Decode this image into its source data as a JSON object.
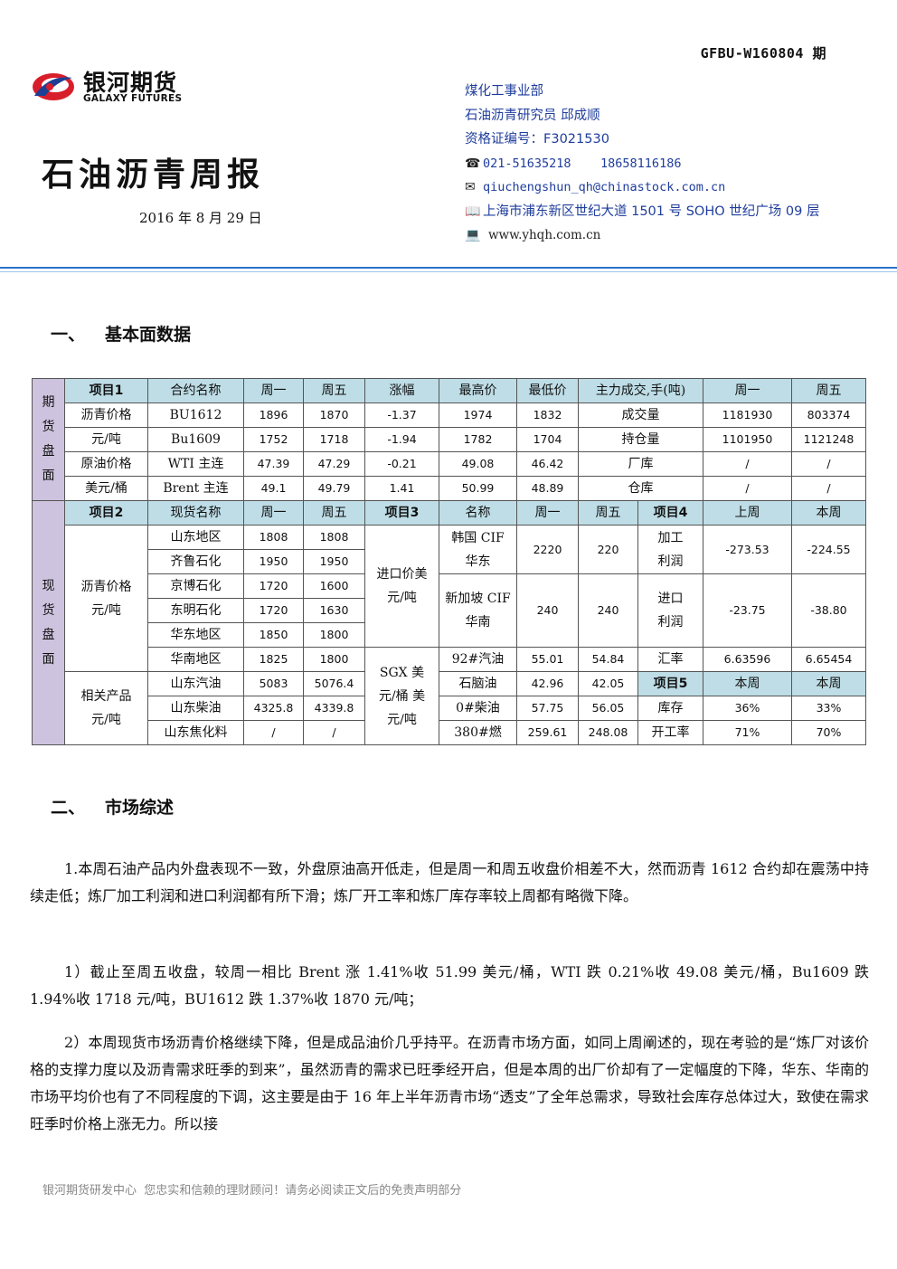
{
  "header": {
    "doc_id": "GFBU-W160804 期",
    "logo_cn": "银河期货",
    "logo_en": "GALAXY FUTURES",
    "title": "石油沥青周报",
    "date": "2016 年 8 月 29 日"
  },
  "contact": {
    "dept": "煤化工事业部",
    "analyst": "石油沥青研究员 邱成顺",
    "cert": "资格证编号：F3021530",
    "phone": "021-51635218    18658116186",
    "email": "qiuchengshun_qh@chinastock.com.cn",
    "address": "上海市浦东新区世纪大道 1501 号 SOHO 世纪广场 09 层",
    "website": "www.yhqh.com.cn"
  },
  "sections": {
    "s1_num": "一、",
    "s1_title": "基本面数据",
    "s2_num": "二、",
    "s2_title": "市场综述"
  },
  "table": {
    "side_futures": "期货盘面",
    "side_spot": "现货盘面",
    "r1": [
      "项目1",
      "合约名称",
      "周一",
      "周五",
      "涨幅",
      "最高价",
      "最低价",
      "主力成交,手(吨)",
      "周一",
      "周五"
    ],
    "r2": [
      "沥青价格",
      "BU1612",
      "1896",
      "1870",
      "-1.37",
      "1974",
      "1832",
      "成交量",
      "1181930",
      "803374"
    ],
    "r3": [
      "元/吨",
      "Bu1609",
      "1752",
      "1718",
      "-1.94",
      "1782",
      "1704",
      "持仓量",
      "1101950",
      "1121248"
    ],
    "r4": [
      "原油价格",
      "WTI 主连",
      "47.39",
      "47.29",
      "-0.21",
      "49.08",
      "46.42",
      "厂库",
      "/",
      "/"
    ],
    "r5": [
      "美元/桶",
      "Brent 主连",
      "49.1",
      "49.79",
      "1.41",
      "50.99",
      "48.89",
      "仓库",
      "/",
      "/"
    ],
    "r6": [
      "项目2",
      "现货名称",
      "周一",
      "周五",
      "项目3",
      "名称",
      "周一",
      "周五",
      "项目4",
      "上周",
      "本周"
    ],
    "asphalt_label": "沥青价格元/吨",
    "spot": [
      [
        "山东地区",
        "1808",
        "1808"
      ],
      [
        "齐鲁石化",
        "1950",
        "1950"
      ],
      [
        "京博石化",
        "1720",
        "1600"
      ],
      [
        "东明石化",
        "1720",
        "1630"
      ],
      [
        "华东地区",
        "1850",
        "1800"
      ],
      [
        "华南地区",
        "1825",
        "1800"
      ]
    ],
    "related_label": "相关产品元/吨",
    "related": [
      [
        "山东汽油",
        "5083",
        "5076.4"
      ],
      [
        "山东柴油",
        "4325.8",
        "4339.8"
      ],
      [
        "山东焦化料",
        "/",
        "/"
      ]
    ],
    "import_label": "进口价美元/吨",
    "korea": [
      "韩国 CIF 华东",
      "2220",
      "220"
    ],
    "singapore": [
      "新加坡 CIF 华南",
      "240",
      "240"
    ],
    "sgx_label": "SGX 美元/桶 美元/吨",
    "sgx": [
      [
        "92#汽油",
        "55.01",
        "54.84"
      ],
      [
        "石脑油",
        "42.96",
        "42.05"
      ],
      [
        "0#柴油",
        "57.75",
        "56.05"
      ],
      [
        "380#燃",
        "259.61",
        "248.08"
      ]
    ],
    "proc_profit": [
      "加工利润",
      "-273.53",
      "-224.55"
    ],
    "import_profit": [
      "进口利润",
      "-23.75",
      "-38.80"
    ],
    "fx": [
      "汇率",
      "6.63596",
      "6.65454"
    ],
    "item5": [
      "项目5",
      "本周",
      "本周"
    ],
    "stock": [
      "库存",
      "36%",
      "33%"
    ],
    "oprate": [
      "开工率",
      "71%",
      "70%"
    ]
  },
  "body": {
    "p1": "1.本周石油产品内外盘表现不一致，外盘原油高开低走，但是周一和周五收盘价相差不大，然而沥青 1612 合约却在震荡中持续走低；炼厂加工利润和进口利润都有所下滑；炼厂开工率和炼厂库存率较上周都有略微下降。",
    "p2": "1）截止至周五收盘，较周一相比 Brent 涨 1.41%收 51.99 美元/桶，WTI 跌 0.21%收 49.08 美元/桶，Bu1609 跌 1.94%收 1718 元/吨，BU1612 跌 1.37%收 1870 元/吨；",
    "p3": "2）本周现货市场沥青价格继续下降，但是成品油价几乎持平。在沥青市场方面，如同上周阐述的，现在考验的是“炼厂对该价格的支撑力度以及沥青需求旺季的到来”，虽然沥青的需求已旺季经开启，但是本周的出厂价却有了一定幅度的下降，华东、华南的市场平均价也有了不同程度的下调，这主要是由于 16 年上半年沥青市场“透支”了全年总需求，导致社会库存总体过大，致使在需求旺季时价格上涨无力。所以接"
  },
  "footer": "银河期货研发中心  您忠实和信赖的理财顾问！请务必阅读正文后的免责声明部分"
}
